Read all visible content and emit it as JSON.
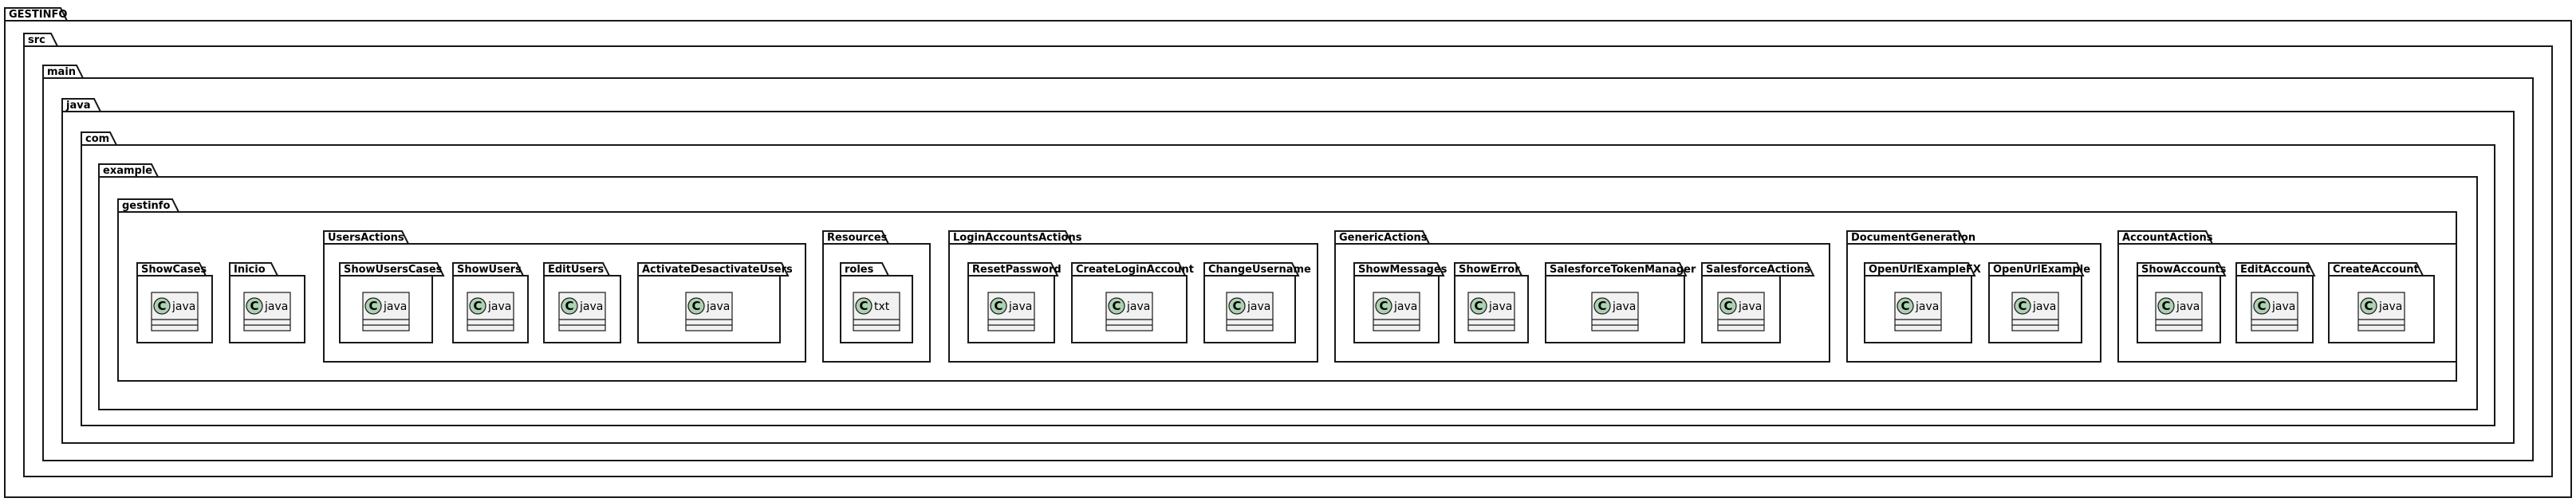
{
  "colors": {
    "border": "#181818",
    "class_fill": "#F1F1F1",
    "class_icon_fill": "#ADD1B2",
    "background": "#FFFFFF"
  },
  "class_icon_letter": "C",
  "packages": {
    "gestinfo_root": "GESTINFO",
    "src": "src",
    "main": "main",
    "java": "java",
    "com": "com",
    "example": "example",
    "gestinfo": "gestinfo",
    "showcases": "ShowCases",
    "inicio": "Inicio",
    "usersactions": "UsersActions",
    "showuserscases": "ShowUsersCases",
    "showusers": "ShowUsers",
    "editusers": "EditUsers",
    "activatedesactivateusers": "ActivateDesactivateUsers",
    "resources": "Resources",
    "roles": "roles",
    "loginaccountsactions": "LoginAccountsActions",
    "resetpassword": "ResetPassword",
    "createloginaccount": "CreateLoginAccount",
    "changeusername": "ChangeUsername",
    "genericactions": "GenericActions",
    "showmessages": "ShowMessages",
    "showerror": "ShowError",
    "salesforcetokenmanager": "SalesforceTokenManager",
    "salesforceactions": "SalesforceActions",
    "documentgeneration": "DocumentGeneration",
    "openurlexamplefx": "OpenUrlExampleFX",
    "openurlexample": "OpenUrlExample",
    "accountactions": "AccountActions",
    "showaccounts": "ShowAccounts",
    "editaccount": "EditAccount",
    "createaccount": "CreateAccount"
  },
  "classes": {
    "showcases": "java",
    "inicio": "java",
    "showuserscases": "java",
    "showusers": "java",
    "editusers": "java",
    "activatedesactivateusers": "java",
    "roles": "txt",
    "resetpassword": "java",
    "createloginaccount": "java",
    "changeusername": "java",
    "showmessages": "java",
    "showerror": "java",
    "salesforcetokenmanager": "java",
    "salesforceactions": "java",
    "openurlexamplefx": "java",
    "openurlexample": "java",
    "showaccounts": "java",
    "editaccount": "java",
    "createaccount": "java"
  }
}
